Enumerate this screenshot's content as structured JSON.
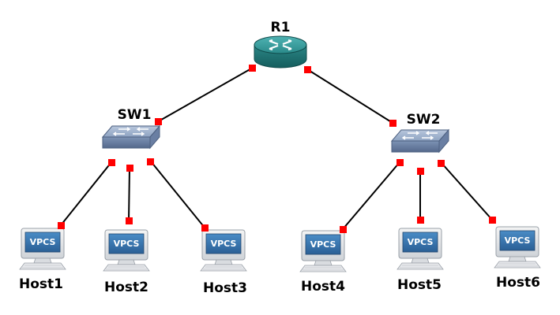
{
  "diagram": {
    "nodes": [
      {
        "id": "R1",
        "type": "router",
        "label": "R1"
      },
      {
        "id": "SW1",
        "type": "switch",
        "label": "SW1"
      },
      {
        "id": "SW2",
        "type": "switch",
        "label": "SW2"
      },
      {
        "id": "Host1",
        "type": "vpcs",
        "label": "Host1",
        "screen_text": "VPCS"
      },
      {
        "id": "Host2",
        "type": "vpcs",
        "label": "Host2",
        "screen_text": "VPCS"
      },
      {
        "id": "Host3",
        "type": "vpcs",
        "label": "Host3",
        "screen_text": "VPCS"
      },
      {
        "id": "Host4",
        "type": "vpcs",
        "label": "Host4",
        "screen_text": "VPCS"
      },
      {
        "id": "Host5",
        "type": "vpcs",
        "label": "Host5",
        "screen_text": "VPCS"
      },
      {
        "id": "Host6",
        "type": "vpcs",
        "label": "Host6",
        "screen_text": "VPCS"
      }
    ],
    "links": [
      {
        "from": "R1",
        "to": "SW1"
      },
      {
        "from": "R1",
        "to": "SW2"
      },
      {
        "from": "SW1",
        "to": "Host1"
      },
      {
        "from": "SW1",
        "to": "Host2"
      },
      {
        "from": "SW1",
        "to": "Host3"
      },
      {
        "from": "SW2",
        "to": "Host4"
      },
      {
        "from": "SW2",
        "to": "Host5"
      },
      {
        "from": "SW2",
        "to": "Host6"
      }
    ],
    "colors": {
      "port": "#ff0000",
      "link": "#000000",
      "router": "#2a8a8a",
      "switch": "#8ea3c2",
      "vpcs_screen": "#2e6da4"
    }
  }
}
